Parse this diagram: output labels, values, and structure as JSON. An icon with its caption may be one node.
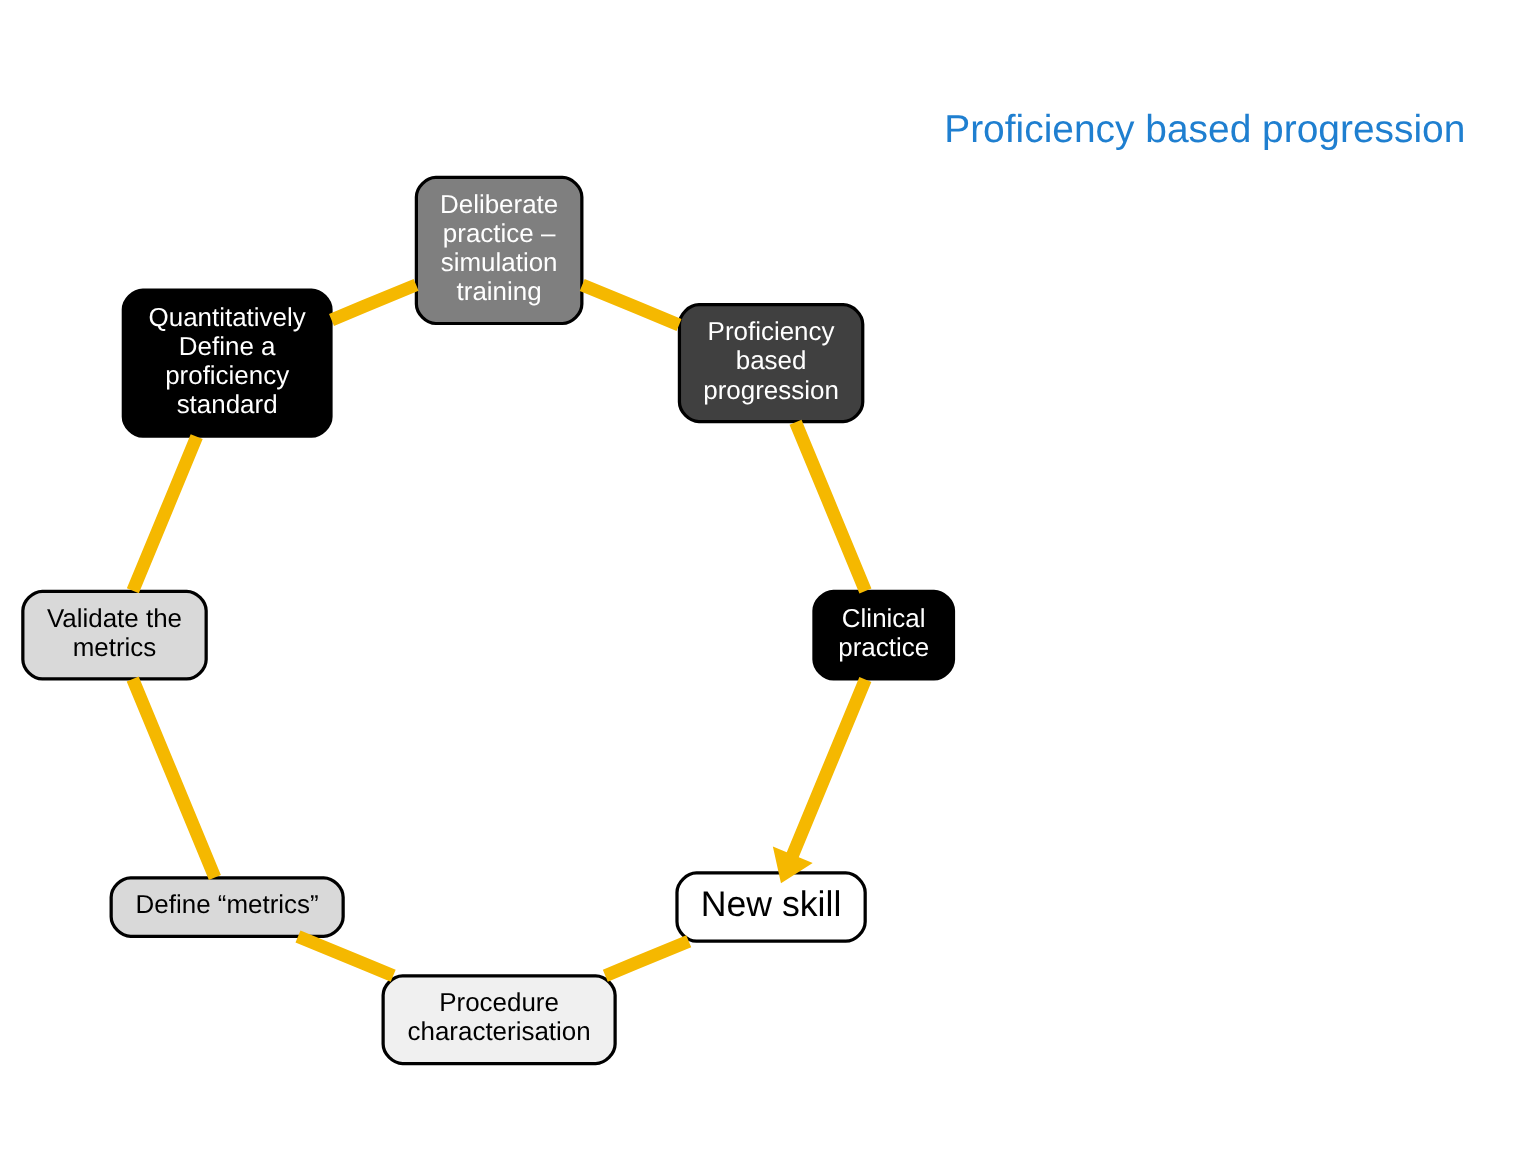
{
  "diagram": {
    "nodes": [
      {
        "text": [
          "New skill"
        ]
      },
      {
        "text": [
          "Procedure characterisation"
        ]
      },
      {
        "text": [
          "Define “metrics”"
        ]
      },
      {
        "text": [
          "Validate the metrics"
        ]
      },
      {
        "text": [
          "Quantitatively Define a proficiency standard"
        ]
      },
      {
        "text": [
          "Deliberate practice – simulation training"
        ]
      },
      {
        "text": [
          "Proficiency based progression"
        ]
      },
      {
        "text": [
          "Clinical practice"
        ]
      }
    ],
    "edges": [
      {
        "from": 0,
        "to": 1,
        "arrow": "none"
      },
      {
        "from": 1,
        "to": 2,
        "arrow": "none"
      },
      {
        "from": 2,
        "to": 3,
        "arrow": "none"
      },
      {
        "from": 3,
        "to": 4,
        "arrow": "none"
      },
      {
        "from": 4,
        "to": 5,
        "arrow": "none"
      },
      {
        "from": 5,
        "to": 6,
        "arrow": "none"
      },
      {
        "from": 6,
        "to": 7,
        "arrow": "none"
      },
      {
        "from": 7,
        "to": 0,
        "arrow": "to"
      }
    ],
    "labels": [
      "Proficiency based progression"
    ]
  }
}
